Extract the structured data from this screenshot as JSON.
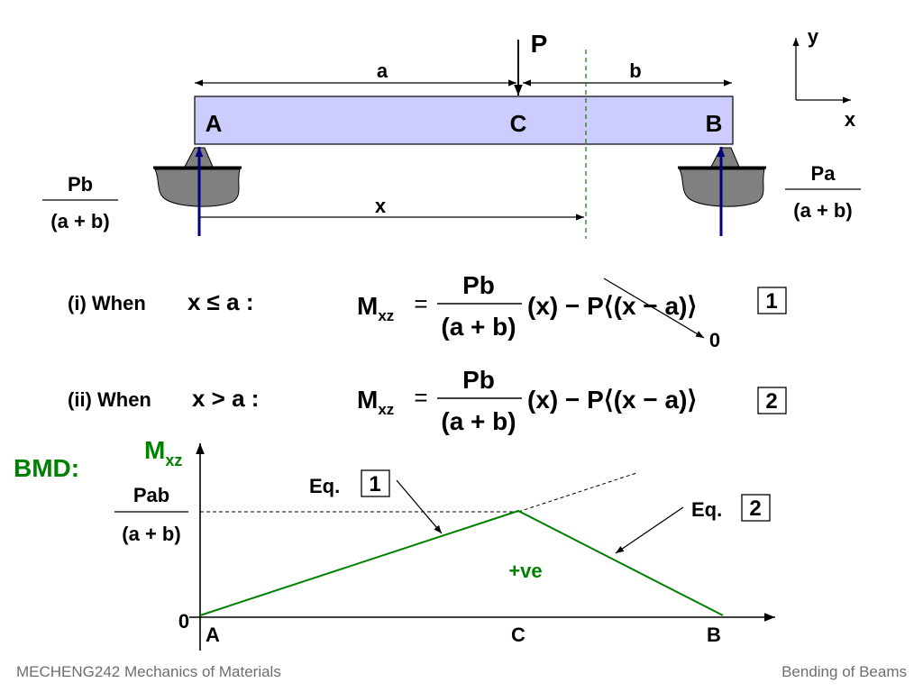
{
  "beam": {
    "dim_a": "a",
    "dim_b": "b",
    "dim_x": "x",
    "load": "P",
    "point_A": "A",
    "point_C": "C",
    "point_B": "B",
    "reaction_left": {
      "num": "Pb",
      "den": "(a + b)"
    },
    "reaction_right": {
      "num": "Pa",
      "den": "(a + b)"
    },
    "axes": {
      "y": "y",
      "x": "x"
    }
  },
  "eq1": {
    "condition_label": "(i) When",
    "condition": "x ≤ a :",
    "lhs_main": "M",
    "lhs_sub": "xz",
    "equals": "=",
    "frac_num": "Pb",
    "frac_den": "(a + b)",
    "rhs": "(x) − P⟨(x − a)⟩",
    "box": "1",
    "zero_note": "0"
  },
  "eq2": {
    "condition_label": "(ii) When",
    "condition": "x > a :",
    "lhs_main": "M",
    "lhs_sub": "xz",
    "equals": "=",
    "frac_num": "Pb",
    "frac_den": "(a + b)",
    "rhs": "(x) − P⟨(x − a)⟩",
    "box": "2"
  },
  "bmd": {
    "title": "BMD:",
    "axis_main": "M",
    "axis_sub": "xz",
    "peak_num": "Pab",
    "peak_den": "(a + b)",
    "zero": "0",
    "label_A": "A",
    "label_C": "C",
    "label_B": "B",
    "eq1_label": "Eq.",
    "eq1_box": "1",
    "eq2_label": "Eq.",
    "eq2_box": "2",
    "sign": "+ve"
  },
  "footer": {
    "left": "MECHENG242 Mechanics of Materials",
    "right": "Bending of Beams"
  },
  "colors": {
    "beam_fill": "#CCCCFF",
    "reaction": "#000080",
    "green": "#008000",
    "support": "#808080",
    "footer": "#6E6E6E"
  }
}
